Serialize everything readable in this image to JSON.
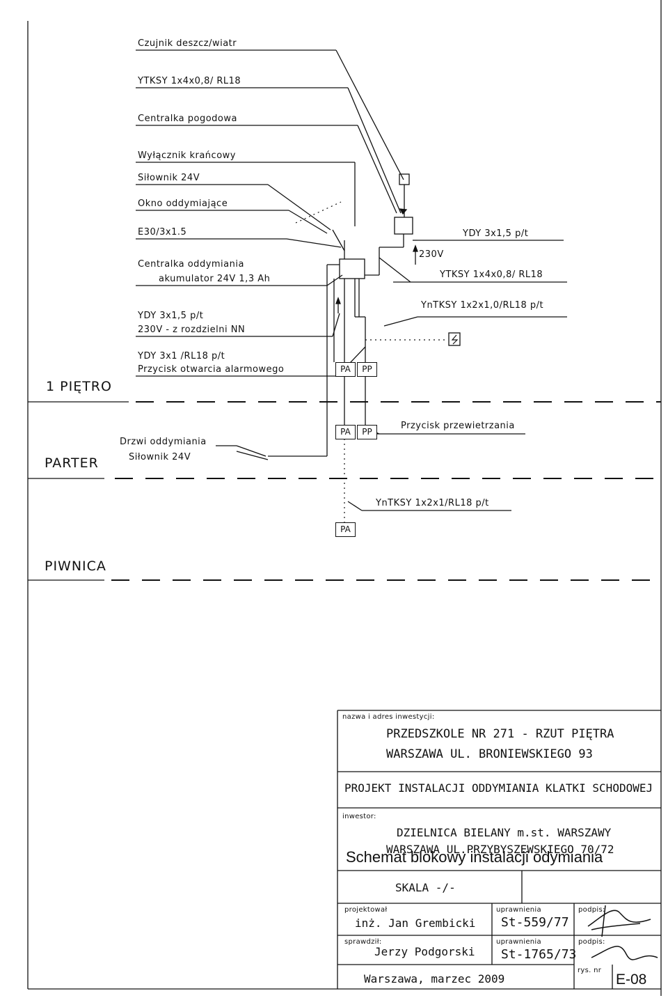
{
  "labels": {
    "czujnik": "Czujnik deszcz/wiatr",
    "ytksy_top": "YTKSY 1x4x0,8/ RL18",
    "centralka_pogodowa": "Centralka pogodowa",
    "wylacznik": "Wyłącznik krańcowy",
    "silownik_top": "Siłownik 24V",
    "okno": "Okno oddymiające",
    "e30": "E30/3x1.5",
    "centralka_oddym_1": "Centralka oddymiania",
    "centralka_oddym_2": "akumulator 24V 1,3 Ah",
    "ydy_230_1": "YDY 3x1,5 p/t",
    "ydy_230_2": "230V - z rozdzielni NN",
    "ydy_rl18": "YDY 3x1 /RL18 p/t",
    "przycisk_alarm": "Przycisk otwarcia alarmowego",
    "ydy_right": "YDY 3x1,5 p/t",
    "v230": "230V",
    "ytksy_right": "YTKSY 1x4x0,8/ RL18",
    "ynkksy_top": "YnTKSY 1x2x1,0/RL18 p/t",
    "przycisk_przewietrzania": "Przycisk przewietrzania",
    "drzwi": "Drzwi oddymiania",
    "silownik_drzwi": "Siłownik 24V",
    "ynkksy_bottom": "YnTKSY 1x2x1/RL18 p/t",
    "pa": "PA",
    "pp": "PP"
  },
  "levels": {
    "pietro": "1 PIĘTRO",
    "parter": "PARTER",
    "piwnica": "PIWNICA"
  },
  "title_block": {
    "nazwa_label": "nazwa i adres inwestycji:",
    "nazwa_1": "PRZEDSZKOLE NR 271 - RZUT PIĘTRA",
    "nazwa_2": "WARSZAWA UL. BRONIEWSKIEGO 93",
    "projekt": "PROJEKT INSTALACJI ODDYMIANIA KLATKI SCHODOWEJ",
    "inwestor_label": "inwestor:",
    "inwestor_1": "DZIELNICA BIELANY m.st. WARSZAWY",
    "inwestor_2": "WARSZAWA UL.PRZYBYSZEWSKIEGO 70/72",
    "schemat": "Schemat blokowy instalacji odymiania",
    "skala": "SKALA -/-",
    "projektowal_label": "projektował",
    "projektowal": "inż. Jan Grembicki",
    "uprawnienia_label_1": "uprawnienia",
    "uprawnienia_1": "St-559/77",
    "podpis_label_1": "podpis:",
    "sprawdzil_label": "sprawdził:",
    "sprawdzil": "Jerzy Podgorski",
    "uprawnienia_label_2": "uprawnienia",
    "uprawnienia_2": "St-1765/73",
    "podpis_label_2": "podpis:",
    "miejsce_data": "Warszawa, marzec 2009",
    "rys_label": "rys. nr",
    "rys_nr": "E-08"
  }
}
